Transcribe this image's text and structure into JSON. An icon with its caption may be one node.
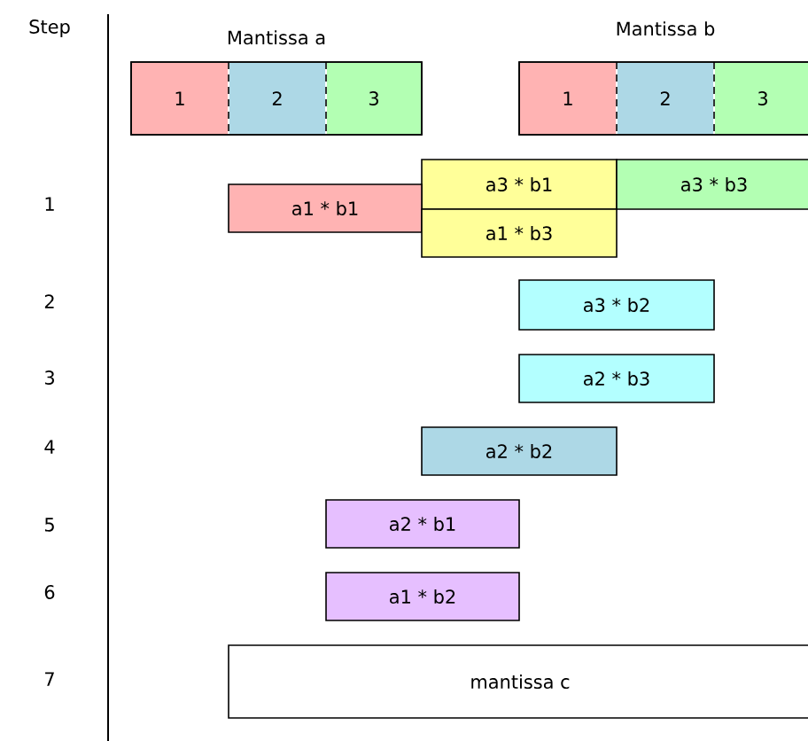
{
  "diagram": {
    "nodes": [
      {
        "text": [
          "Mantissa a"
        ]
      },
      {
        "text": [
          "1"
        ],
        "in": 0
      },
      {
        "text": [
          "2"
        ],
        "in": 0
      },
      {
        "text": [
          "3"
        ],
        "in": 0
      },
      {
        "text": [
          "Mantissa b"
        ]
      },
      {
        "text": [
          "1"
        ],
        "in": 4
      },
      {
        "text": [
          "2"
        ],
        "in": 4
      },
      {
        "text": [
          "3"
        ],
        "in": 4
      },
      {
        "text": [
          "a3 * b1"
        ]
      },
      {
        "text": [
          "a3 * b3"
        ]
      },
      {
        "text": [
          "a1 * b1"
        ]
      },
      {
        "text": [
          "a1 * b3"
        ]
      },
      {
        "text": [
          "a3 * b2"
        ]
      },
      {
        "text": [
          "a2 * b3"
        ]
      },
      {
        "text": [
          "a2 * b2"
        ]
      },
      {
        "text": [
          "a2 * b1"
        ]
      },
      {
        "text": [
          "a1 * b2"
        ]
      },
      {
        "text": [
          "mantissa c"
        ]
      }
    ],
    "labels": [
      "Step",
      "1",
      "2",
      "3",
      "4",
      "5",
      "6",
      "7"
    ]
  }
}
